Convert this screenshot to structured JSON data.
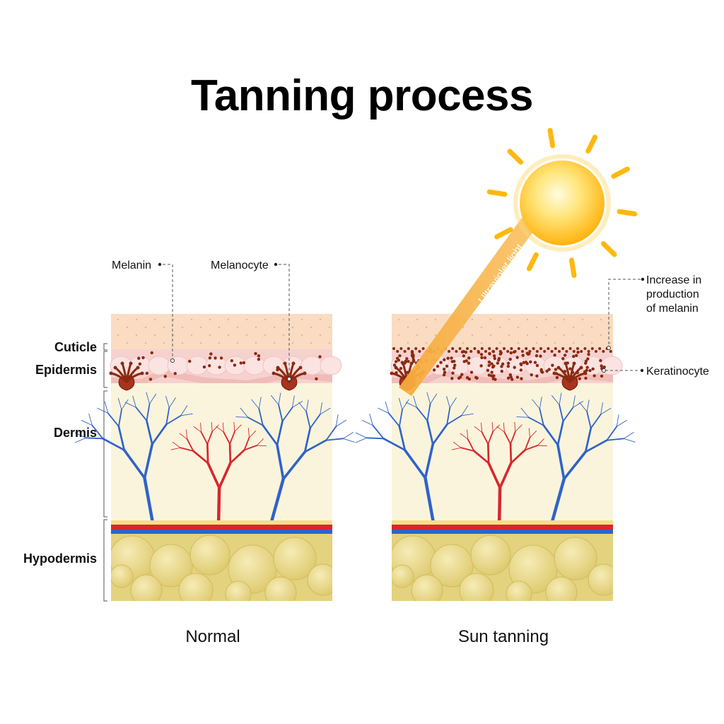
{
  "title": "Tanning process",
  "layers": {
    "cuticle": "Cuticle",
    "epidermis": "Epidermis",
    "dermis": "Dermis",
    "hypodermis": "Hypodermis"
  },
  "callouts": {
    "melanin": "Melanin",
    "melanocyte": "Melanocyte",
    "increase_line1": "Increase in",
    "increase_line2": "production",
    "increase_line3": "of melanin",
    "keratinocyte": "Keratinocyte"
  },
  "uv_label": "Ultraviolet light",
  "panels": {
    "normal_caption": "Normal",
    "tanning_caption": "Sun tanning"
  },
  "colors": {
    "cuticle": "#f9dcc2",
    "epidermis": "#f6d2cf",
    "dermis": "#fbf4dc",
    "hypodermis": "#e9dc8a",
    "melanin": "#8b2a10",
    "vein": "#2f63c9",
    "artery": "#d8262d",
    "sun": "#ffc21a",
    "uv_beam": "#f7a93a"
  },
  "icons": {
    "sun": "sun-icon"
  }
}
